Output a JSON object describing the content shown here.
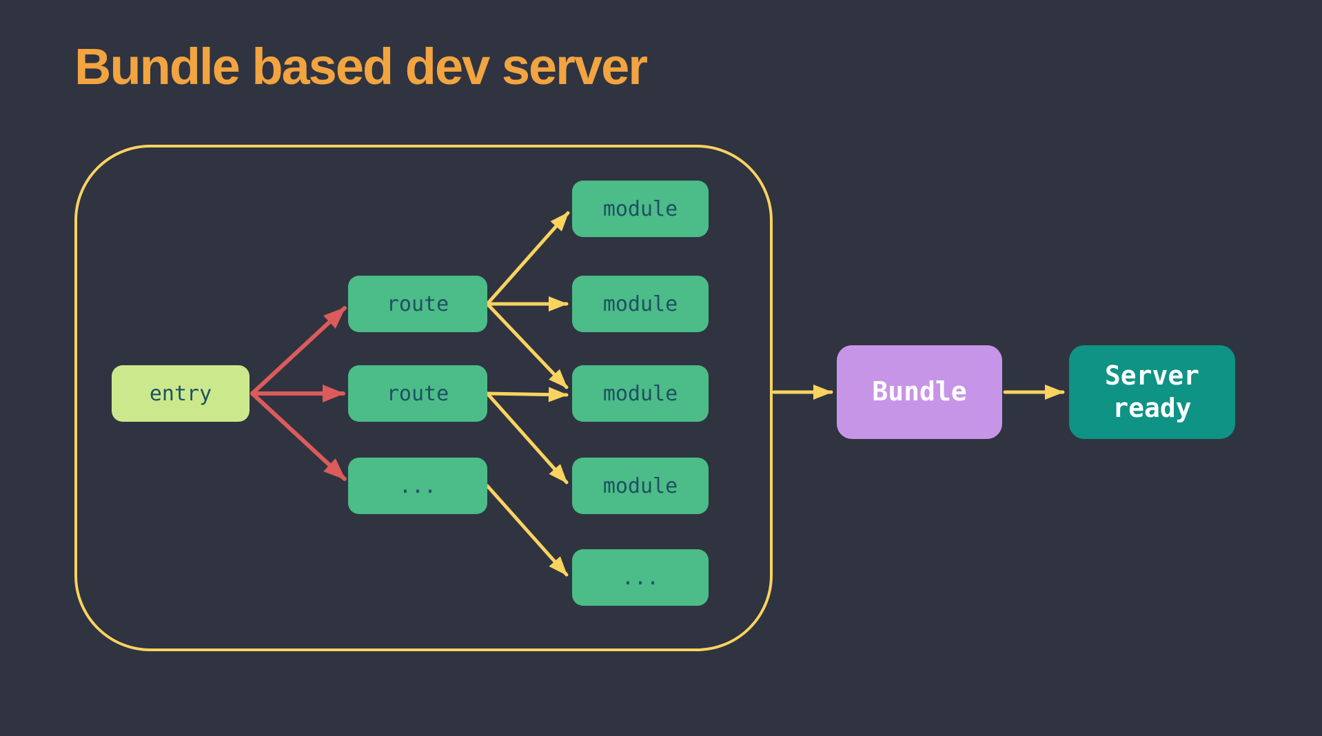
{
  "title": "Bundle based dev server",
  "nodes": {
    "entry": "entry",
    "route_1": "route",
    "route_2": "route",
    "route_more": "...",
    "module_1": "module",
    "module_2": "module",
    "module_3": "module",
    "module_4": "module",
    "module_more": "...",
    "bundle": "Bundle",
    "server": "Server ready"
  },
  "colors": {
    "background": "#2F3440",
    "title_orange": "#F2A440",
    "scope_border_yellow": "#FBD35F",
    "arrow_yellow": "#FBD35F",
    "arrow_red": "#DC5B5B",
    "node_green": "#4CBC89",
    "entry_green": "#CBE98C",
    "node_text_teal": "#1F5062",
    "bundle_purple": "#C795E8",
    "server_teal": "#0E9384",
    "big_node_text": "#FFFFFF"
  }
}
